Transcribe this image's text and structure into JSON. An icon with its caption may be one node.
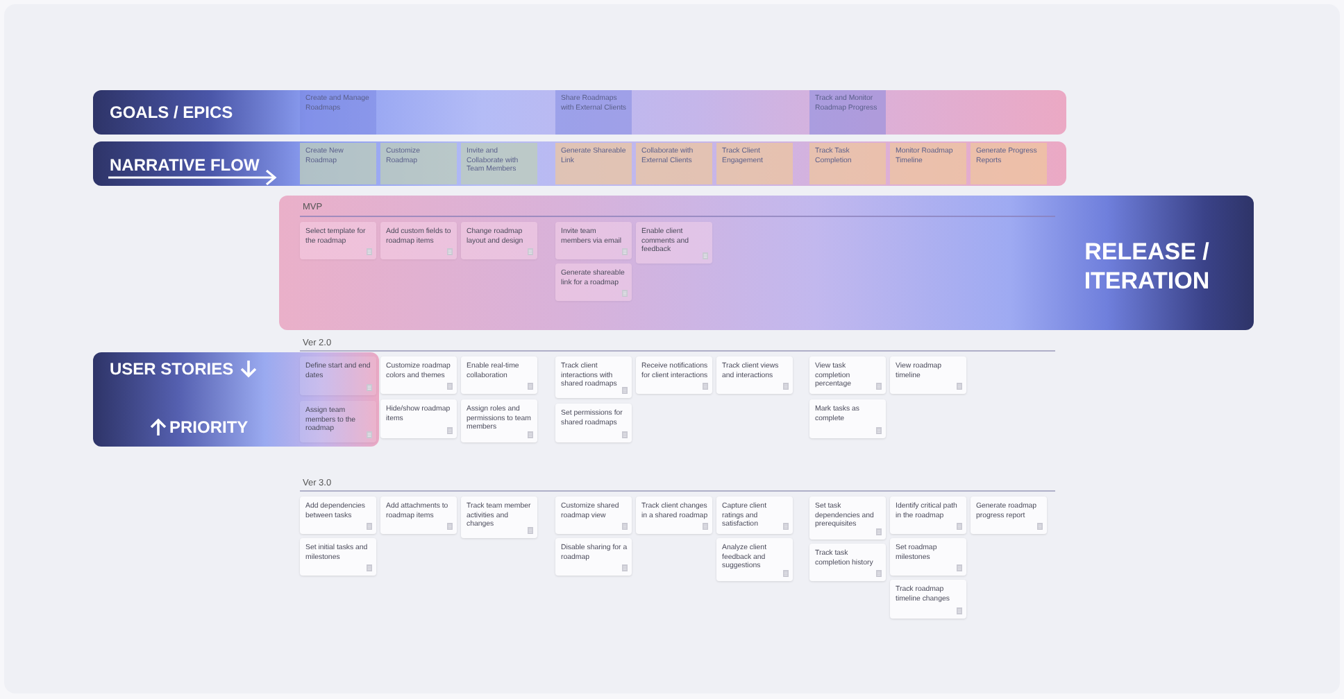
{
  "diagram": {
    "nodes": [
      {
        "text": [
          "GOALS / EPICS"
        ]
      },
      {
        "text": [
          "Create and Manage Roadmaps"
        ],
        "in": 0
      },
      {
        "text": [
          "Share Roadmaps with External Clients"
        ],
        "in": 0
      },
      {
        "text": [
          "Track and Monitor Roadmap Progress"
        ],
        "in": 0
      },
      {
        "text": [
          "NARRATIVE FLOW"
        ]
      },
      {
        "text": [
          "Create New Roadmap"
        ],
        "in": 4
      },
      {
        "text": [
          "Customize Roadmap"
        ],
        "in": 4
      },
      {
        "text": [
          "Invite and Collaborate with Team Members"
        ],
        "in": 4
      },
      {
        "text": [
          "Generate Shareable Link"
        ],
        "in": 4
      },
      {
        "text": [
          "Collaborate with External Clients"
        ],
        "in": 4
      },
      {
        "text": [
          "Track Client Engagement"
        ],
        "in": 4
      },
      {
        "text": [
          "Track Task Completion"
        ],
        "in": 4
      },
      {
        "text": [
          "Monitor Roadmap Timeline"
        ],
        "in": 4
      },
      {
        "text": [
          "Generate Progress Reports"
        ],
        "in": 4
      },
      {
        "text": [
          "RELEASE / ITERATION"
        ]
      },
      {
        "text": [
          "Select template for the roadmap"
        ],
        "in": 14
      },
      {
        "text": [
          "Add custom fields to roadmap items"
        ],
        "in": 14
      },
      {
        "text": [
          "Change roadmap layout and design"
        ],
        "in": 14
      },
      {
        "text": [
          "Invite team members via email"
        ],
        "in": 14
      },
      {
        "text": [
          "Generate shareable link for a roadmap"
        ],
        "in": 14
      },
      {
        "text": [
          "Enable client comments and feedback"
        ],
        "in": 14
      },
      {
        "text": [
          "USER STORIES",
          "PRIORITY"
        ]
      },
      {
        "text": [
          "Define start and end dates"
        ],
        "in": 21
      },
      {
        "text": [
          "Assign team members to the roadmap"
        ],
        "in": 21
      },
      {
        "text": [
          "Customize roadmap colors and themes"
        ]
      },
      {
        "text": [
          "Hide/show roadmap items"
        ]
      },
      {
        "text": [
          "Enable real-time collaboration"
        ]
      },
      {
        "text": [
          "Assign roles and permissions to team members"
        ]
      },
      {
        "text": [
          "Track client interactions with shared roadmaps"
        ]
      },
      {
        "text": [
          "Set permissions for shared roadmaps"
        ]
      },
      {
        "text": [
          "Receive notifications for client interactions"
        ]
      },
      {
        "text": [
          "Track client views and interactions"
        ]
      },
      {
        "text": [
          "View task completion percentage"
        ]
      },
      {
        "text": [
          "Mark tasks as complete"
        ]
      },
      {
        "text": [
          "View roadmap timeline"
        ]
      },
      {
        "text": [
          "Add dependencies between tasks"
        ]
      },
      {
        "text": [
          "Set initial tasks and milestones"
        ]
      },
      {
        "text": [
          "Add attachments to roadmap items"
        ]
      },
      {
        "text": [
          "Track team member activities and changes"
        ]
      },
      {
        "text": [
          "Customize shared roadmap view"
        ]
      },
      {
        "text": [
          "Disable sharing for a roadmap"
        ]
      },
      {
        "text": [
          "Track client changes in a shared roadmap"
        ]
      },
      {
        "text": [
          "Capture client ratings and satisfaction"
        ]
      },
      {
        "text": [
          "Analyze client feedback and suggestions"
        ]
      },
      {
        "text": [
          "Set task dependencies and prerequisites"
        ]
      },
      {
        "text": [
          "Track task completion history"
        ]
      },
      {
        "text": [
          "Identify critical path in the roadmap"
        ]
      },
      {
        "text": [
          "Set roadmap milestones"
        ]
      },
      {
        "text": [
          "Track roadmap timeline changes"
        ]
      },
      {
        "text": [
          "Generate roadmap progress report"
        ]
      }
    ],
    "labels": [
      "MVP",
      "Ver 2.0",
      "Ver 3.0"
    ]
  }
}
